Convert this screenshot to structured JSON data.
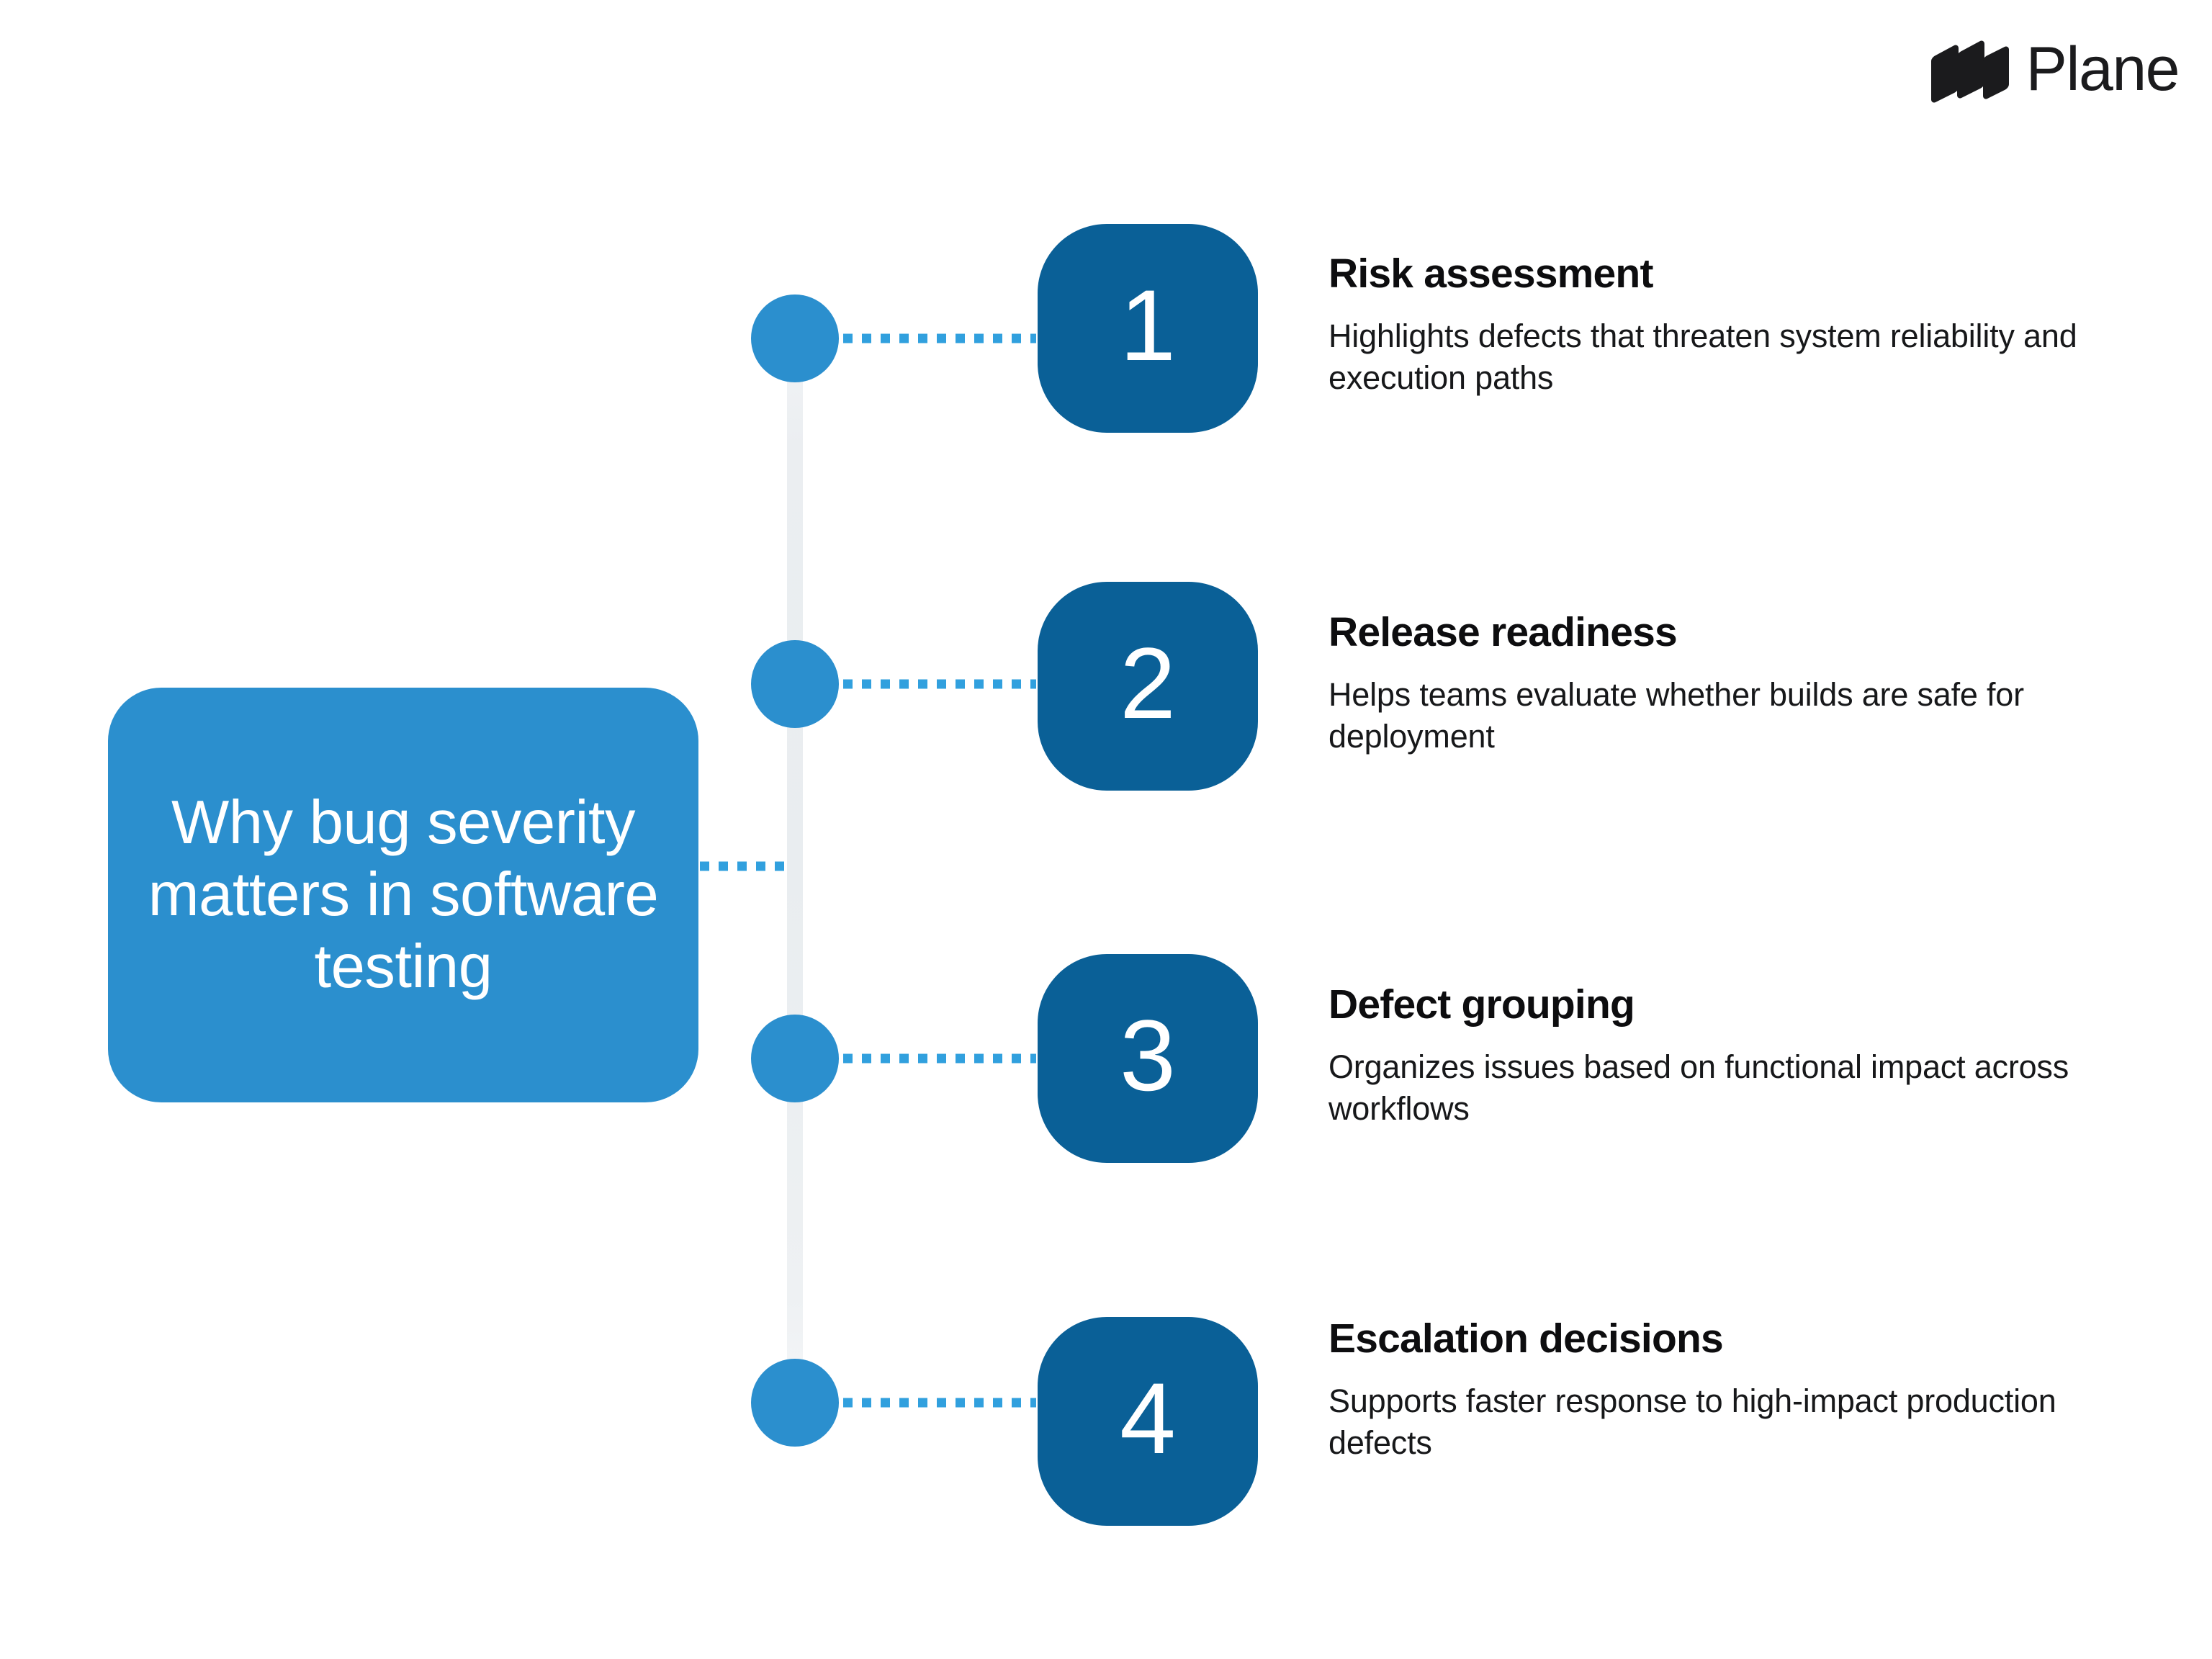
{
  "brand": {
    "name": "Plane",
    "logo_icon": "plane-logo-icon",
    "logo_color": "#1b1b1d"
  },
  "title_card": {
    "text": "Why bug severity matters in software testing",
    "background_color": "#2b8fce",
    "text_color": "#ffffff"
  },
  "theme": {
    "accent_light": "#2b8fce",
    "accent_dark": "#0a6097",
    "dotted_connector": "#31a0de",
    "spine": "#eaeef1",
    "background": "#ffffff",
    "heading_color": "#0d0d0f",
    "body_color": "#17181a"
  },
  "timeline": {
    "items": [
      {
        "number": "1",
        "title": "Risk assessment",
        "description": "Highlights defects that threaten system reliability and execution paths"
      },
      {
        "number": "2",
        "title": "Release readiness",
        "description": "Helps teams evaluate whether builds are safe for deployment"
      },
      {
        "number": "3",
        "title": "Defect grouping",
        "description": "Organizes issues based on functional impact across workflows"
      },
      {
        "number": "4",
        "title": "Escalation decisions",
        "description": "Supports faster response to high-impact production defects"
      }
    ]
  }
}
